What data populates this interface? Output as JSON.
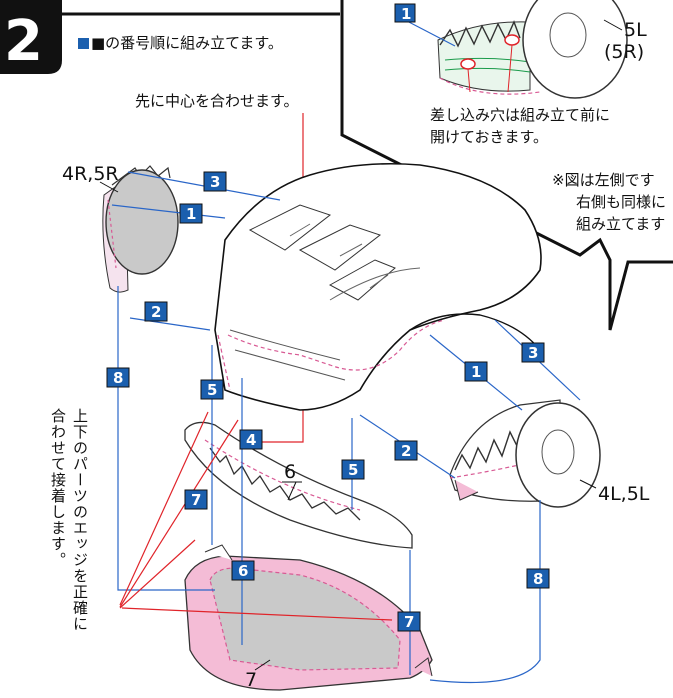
{
  "step": {
    "number": "2",
    "instruction": "■の番号順に組み立てます。"
  },
  "notes": {
    "center_first": "先に中心を合わせます。",
    "holes_line1": "差し込み穴は組み立て前に",
    "holes_line2": "開けておきます。",
    "figure_line1": "※図は左側です",
    "figure_line2": "右側も同様に",
    "figure_line3": "組み立てます",
    "edges_line1": "上下のパーツのエッジを正確に",
    "edges_line2": "合わせて接着します。"
  },
  "parts": {
    "left_wheel": "4R,5R",
    "right_wheel": "4L,5L",
    "inset_top": "5L",
    "inset_bottom": "(5R)",
    "lip": "6",
    "tray": "7"
  },
  "markers": {
    "inset_1": "1",
    "m3_left": "3",
    "m1_left": "1",
    "m2_left": "2",
    "m8_left": "8",
    "m5_left": "5",
    "m4": "4",
    "m5_center": "5",
    "m2_right": "2",
    "m3_right": "3",
    "m1_right": "1",
    "m7_upper": "7",
    "m6": "6",
    "m8_right": "8",
    "m7_lower": "7"
  },
  "colors": {
    "marker": "#1b5fae",
    "guide": "#2a66c8",
    "pink": "#f4bcd6",
    "red": "#e0242a"
  }
}
